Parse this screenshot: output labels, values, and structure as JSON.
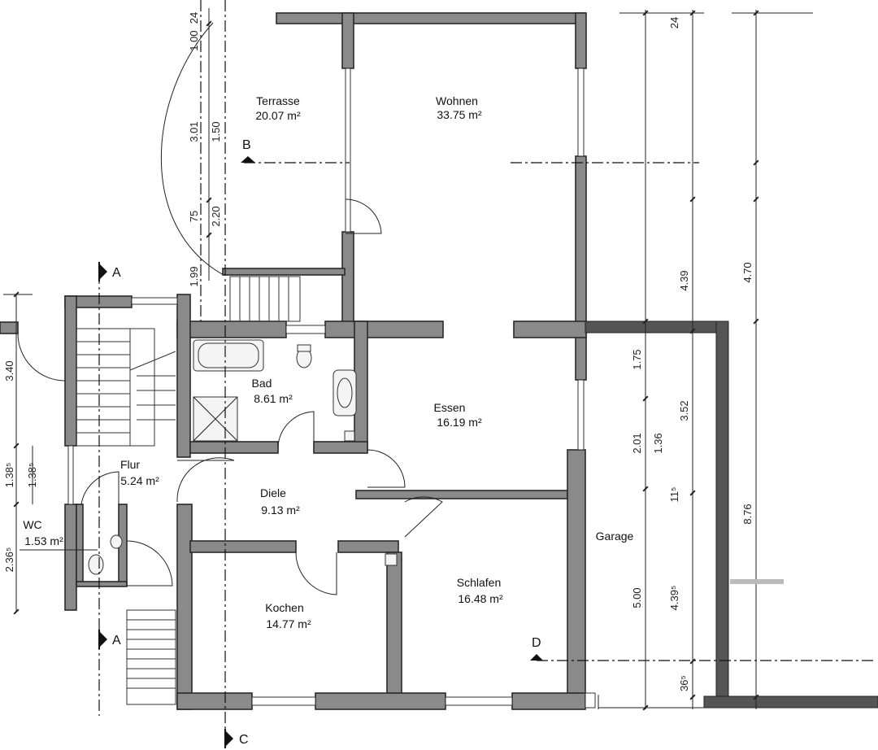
{
  "rooms": [
    {
      "id": "terrasse",
      "name": "Terrasse",
      "area": "20.07 m²"
    },
    {
      "id": "wohnen",
      "name": "Wohnen",
      "area": "33.75 m²"
    },
    {
      "id": "bad",
      "name": "Bad",
      "area": "8.61 m²"
    },
    {
      "id": "essen",
      "name": "Essen",
      "area": "16.19 m²"
    },
    {
      "id": "flur",
      "name": "Flur",
      "area": "5.24 m²"
    },
    {
      "id": "diele",
      "name": "Diele",
      "area": "9.13 m²"
    },
    {
      "id": "wc",
      "name": "WC",
      "area": "1.53 m²"
    },
    {
      "id": "schlafen",
      "name": "Schlafen",
      "area": "16.48 m²"
    },
    {
      "id": "kochen",
      "name": "Kochen",
      "area": "14.77 m²"
    },
    {
      "id": "garage",
      "name": "Garage",
      "area": ""
    }
  ],
  "section_marks": {
    "a_top": "A",
    "a_bottom": "A",
    "b": "B",
    "c": "C",
    "d": "D"
  },
  "dims": {
    "top_24": "24",
    "top_100": "1.00",
    "top_301": "3.01",
    "top_150": "1.50",
    "top_75": "75",
    "top_220": "2.20",
    "top_199": "1.99",
    "left_340": "3.40",
    "left_138a": "1.38⁵",
    "left_138b": "1.38⁵",
    "left_236": "2.36⁵",
    "r1_175": "1.75",
    "r1_201": "2.01",
    "r1_500": "5.00",
    "r2_24": "24",
    "r2_352": "3.52",
    "r2_136": "1.36",
    "r2_115": "11⁵",
    "r2_439": "4.39⁵",
    "r2_365": "36⁵",
    "r2_439b": "4.39",
    "r3_876": "8.76",
    "r3_470": "4.70"
  }
}
